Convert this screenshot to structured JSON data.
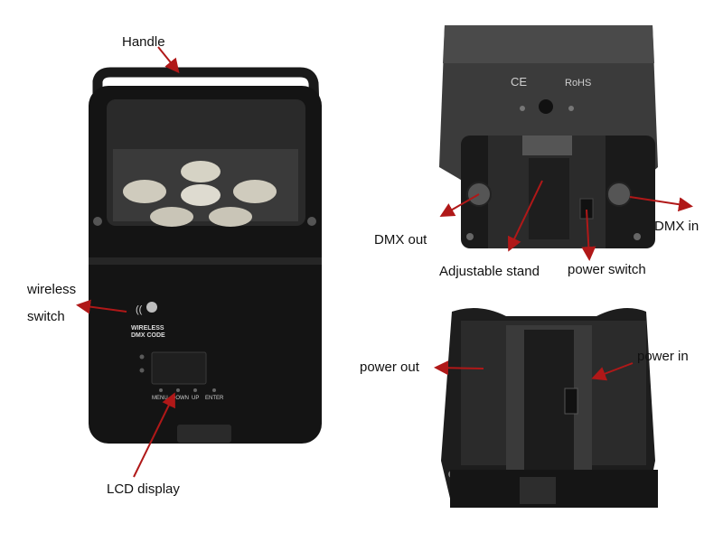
{
  "callouts": {
    "handle": "Handle",
    "wireless_line1": "wireless",
    "wireless_line2": "switch",
    "lcd": "LCD display",
    "dmx_out": "DMX out",
    "dmx_in": "DMX in",
    "stand": "Adjustable stand",
    "power_switch": "power switch",
    "power_out": "power out",
    "power_in": "power in"
  },
  "device_markings": {
    "wireless_text1": "WIRELESS",
    "wireless_text2": "DMX CODE",
    "btn_menu": "MENU",
    "btn_down": "DOWN",
    "btn_up": "UP",
    "btn_enter": "ENTER",
    "cert": "CE",
    "rohs": "RoHS"
  },
  "colors": {
    "arrow": "#b01818",
    "body": "#151515",
    "metal": "#3c3c3c",
    "lens": "#d9d6c8"
  }
}
